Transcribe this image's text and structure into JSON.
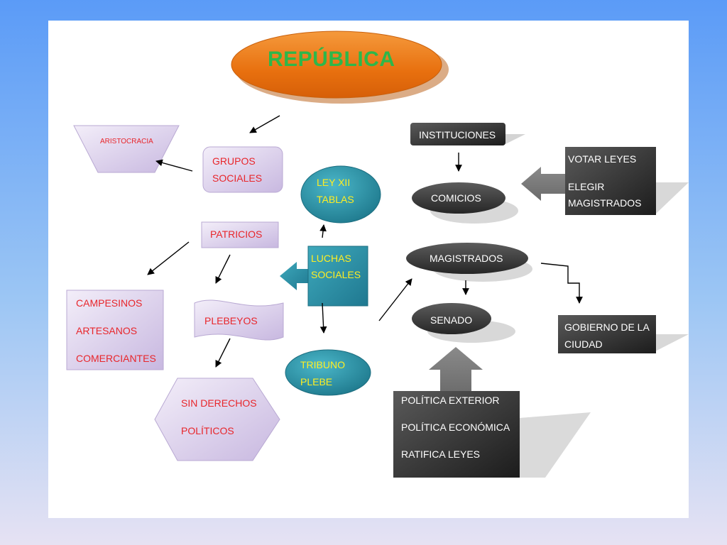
{
  "title": "REPÚBLICA",
  "nodes": {
    "aristocracia": "ARISTOCRACIA",
    "grupos_sociales": [
      "GRUPOS",
      "SOCIALES"
    ],
    "patricios": "PATRICIOS",
    "campesinos_group": [
      "CAMPESINOS",
      "ARTESANOS",
      "COMERCIANTES"
    ],
    "plebeyos": "PLEBEYOS",
    "sin_derechos": [
      "SIN DERECHOS",
      "POLÍTICOS"
    ],
    "ley_xii": [
      "LEY XII",
      "TABLAS"
    ],
    "luchas_sociales": [
      "LUCHAS",
      "SOCIALES"
    ],
    "tribuno_plebe": [
      "TRIBUNO",
      "PLEBE"
    ],
    "instituciones": "INSTITUCIONES",
    "comicios": "COMICIOS",
    "votar_elegir": [
      "VOTAR LEYES",
      "ELEGIR",
      "MAGISTRADOS"
    ],
    "magistrados": "MAGISTRADOS",
    "senado": "SENADO",
    "gobierno": [
      "GOBIERNO DE LA",
      "CIUDAD"
    ],
    "politica": [
      "POLÍTICA EXTERIOR",
      "POLÍTICA ECONÓMICA",
      "RATIFICA LEYES"
    ]
  },
  "colors": {
    "title_oval": "#ee7a1c",
    "title_text": "#2db74a",
    "lavender_node": "#d7cbe9",
    "teal_node": "#2f94a8",
    "dark_node": "#3a3a3a",
    "red_text": "#e8262b",
    "yellow_text": "#ffee22"
  }
}
